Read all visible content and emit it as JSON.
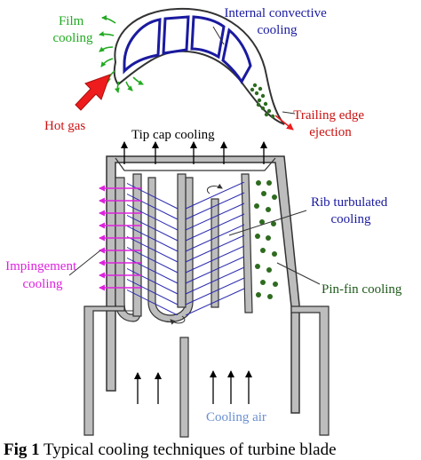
{
  "labels": {
    "film_cooling": [
      "Film",
      "cooling"
    ],
    "internal_convective": [
      "Internal convective",
      "cooling"
    ],
    "hot_gas": "Hot gas",
    "trailing_edge": [
      "Trailing edge",
      "ejection"
    ],
    "tip_cap": "Tip cap cooling",
    "rib_turbulated": [
      "Rib turbulated",
      "cooling"
    ],
    "impingement": [
      "Impingement",
      "cooling"
    ],
    "pin_fin": "Pin-fin cooling",
    "cooling_air": "Cooling air"
  },
  "caption": {
    "prefix": "Fig 1",
    "text": " Typical cooling techniques of turbine blade"
  },
  "colors": {
    "film": "#22aa22",
    "convective": "#1a1aa0",
    "hot_gas_arrow": "#ee1c1c",
    "hot_gas_text": "#cc1111",
    "trailing": "#cc1111",
    "rib": "#2a2ab0",
    "impingement": "#dd22dd",
    "pin_fin": "#2e6b1f",
    "pin_fin_text": "#1f5a1a",
    "cooling_air_text": "#6a8fd0",
    "wall_fill": "#bdbdbd",
    "outline": "#333333"
  }
}
